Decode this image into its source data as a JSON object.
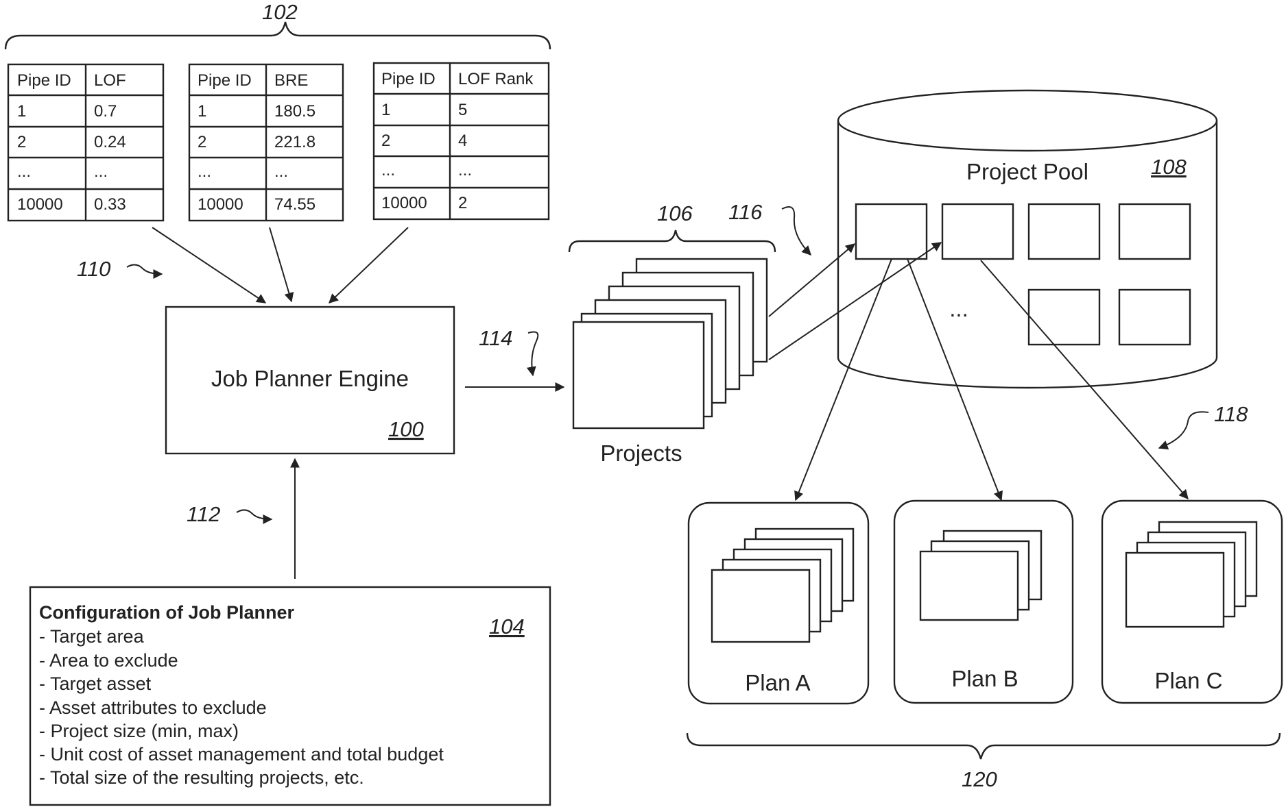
{
  "tables": [
    {
      "headers": [
        "Pipe ID",
        "LOF"
      ],
      "rows": [
        [
          "1",
          "0.7"
        ],
        [
          "2",
          "0.24"
        ],
        [
          "...",
          "..."
        ],
        [
          "10000",
          "0.33"
        ]
      ]
    },
    {
      "headers": [
        "Pipe ID",
        "BRE"
      ],
      "rows": [
        [
          "1",
          "180.5"
        ],
        [
          "2",
          "221.8"
        ],
        [
          "...",
          "..."
        ],
        [
          "10000",
          "74.55"
        ]
      ]
    },
    {
      "headers": [
        "Pipe ID",
        "LOF Rank"
      ],
      "rows": [
        [
          "1",
          "5"
        ],
        [
          "2",
          "4"
        ],
        [
          "...",
          "..."
        ],
        [
          "10000",
          "2"
        ]
      ]
    }
  ],
  "engine": {
    "label": "Job Planner Engine",
    "ref": "100"
  },
  "projects": {
    "label": "Projects",
    "ref": "106"
  },
  "pool": {
    "label": "Project Pool",
    "ref": "108",
    "ellipsis": "..."
  },
  "config": {
    "title": "Configuration of Job Planner",
    "ref": "104",
    "items": [
      "- Target area",
      "- Area to exclude",
      "- Target asset",
      "- Asset attributes to exclude",
      "- Project size (min, max)",
      "- Unit cost of asset management and total budget",
      "- Total size of the resulting projects, etc."
    ]
  },
  "plans": [
    {
      "label": "Plan A"
    },
    {
      "label": "Plan B"
    },
    {
      "label": "Plan C"
    }
  ],
  "refs": {
    "tables": "102",
    "arrow_in": "110",
    "config_arrow": "112",
    "to_projects": "114",
    "to_pool": "116",
    "to_plans": "118",
    "plans": "120"
  }
}
